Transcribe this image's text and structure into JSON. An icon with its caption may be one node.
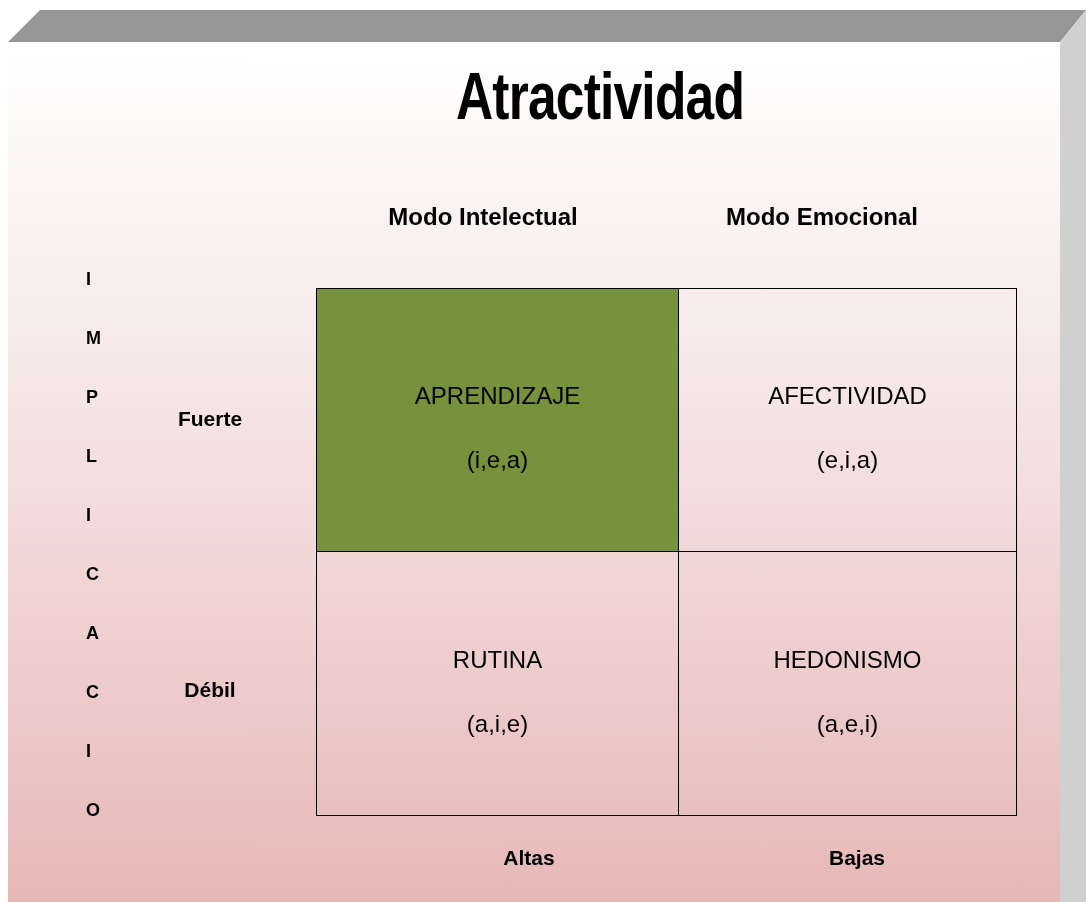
{
  "diagram": {
    "title": "Atractividad",
    "nodes": [
      {
        "text": [
          "APRENDIZAJE",
          "(i,e,a)"
        ]
      },
      {
        "text": [
          "AFECTIVIDAD",
          "(e,i,a)"
        ]
      },
      {
        "text": [
          "RUTINA",
          "(a,i,e)"
        ]
      },
      {
        "text": [
          "HEDONISMO",
          "(a,e,i)"
        ]
      }
    ],
    "edges": [],
    "labels": [
      "Modo Intelectual",
      "Modo Emocional",
      "IMPLICACIO",
      "Fuerte",
      "Débil",
      "Altas",
      "Bajas"
    ]
  }
}
